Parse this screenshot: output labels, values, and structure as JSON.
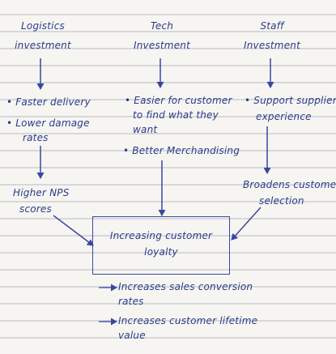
{
  "columns": {
    "logistics": {
      "title_lines": [
        "Logistics",
        "investment"
      ],
      "bullets": [
        "Faster delivery",
        "Lower damage",
        "rates"
      ],
      "outcome_lines": [
        "Higher NPS",
        "scores"
      ]
    },
    "tech": {
      "title_lines": [
        "Tech",
        "Investment"
      ],
      "bullets": [
        "Easier for customer",
        "to find what they",
        "want",
        "Better Merchandising"
      ]
    },
    "staff": {
      "title_lines": [
        "Staff",
        "Investment"
      ],
      "bullets": [
        "Support supplier",
        "experience"
      ],
      "outcome_lines": [
        "Broadens customer",
        "selection"
      ]
    }
  },
  "center": {
    "lines": [
      "Increasing customer",
      "loyalty"
    ]
  },
  "results": {
    "items": [
      [
        "Increases sales conversion",
        "rates"
      ],
      [
        "Increases customer lifetime",
        "value"
      ]
    ]
  },
  "colors": {
    "paper": "#f6f5f1",
    "rule_line": "#b8bcc8",
    "ink": "#2c3b8a"
  }
}
